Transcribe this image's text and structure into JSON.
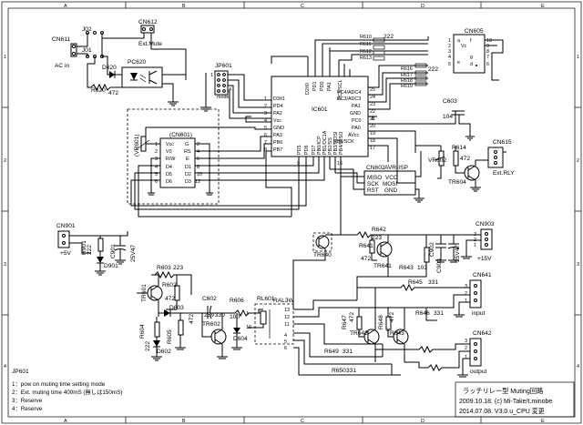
{
  "frame": {
    "cols": [
      "A",
      "B",
      "C",
      "D",
      "E"
    ],
    "rows": [
      "1",
      "2",
      "3",
      "4"
    ]
  },
  "components": {
    "cn611": "CN611",
    "cn611_sub": "AC in",
    "j02": "J02",
    "j01": "J01",
    "cn612": "CN612",
    "cn612_sub": "Ext.Mute",
    "d620": "D620",
    "pc620": "PC620",
    "r620": "R620",
    "r620_val": "472",
    "jp601": "JP601",
    "jp601_sub": "mode",
    "ic601": "IC601",
    "cn605": "CN605",
    "r610": "R610",
    "r611": "R611",
    "r612": "R612",
    "r613": "R613",
    "r610_val": "222",
    "r616": "R616",
    "r617": "R617",
    "r618": "R618",
    "r619": "R619",
    "r616_val": "222",
    "c603": "C603",
    "c603_val": "104",
    "cn615": "CN615",
    "cn615_sub": "Ext.RLY",
    "vr602": "VR602",
    "r614": "R614",
    "r614_val": "472",
    "tr604": "TR604",
    "cn602": "CN602",
    "cn602_sub": "AVR-ISP",
    "cn601": "(CN601)",
    "vr601": "(VR601)",
    "cn901": "CN901",
    "cn901_sub": "+5V",
    "r901": "R901",
    "r901_val": "222",
    "c901": "C901",
    "c901_val": "25V47",
    "d901": "D901",
    "r603": "R603",
    "r603_val": "223",
    "tr601": "TR601",
    "r602": "R602",
    "r602_val": "472",
    "d603": "D603",
    "c602": "C602",
    "c602_val": "25V330",
    "r606": "R606",
    "r606_val": "100",
    "tr602": "TR602",
    "d604": "D604",
    "r604": "R604",
    "r604_val": "222",
    "r605": "R605",
    "r605_val": "472",
    "d602": "D602",
    "rl601": "RL601",
    "rl601_type": "RAL3W",
    "tr640": "TR640",
    "r642": "R642",
    "r642_val": "223",
    "r641": "R641",
    "r641_val": "472",
    "tr641": "TR641",
    "r643": "R643",
    "r643_val": "103",
    "cn903": "CN903",
    "cn903_sub": "+15V",
    "c902": "C902",
    "c903": "C903",
    "c903_val": "25V47",
    "r645": "R645",
    "r645_val": "331",
    "cn641": "CN641",
    "cn641_sub": "input",
    "r646": "R646",
    "r646_val": "331",
    "r647": "R647",
    "r647_val": "472",
    "tr642": "TR642",
    "r648": "R648",
    "r648_val": "472",
    "tr643": "TR643",
    "r649": "R649",
    "r649_val": "331",
    "r650": "R650",
    "r650_val": "331",
    "cn642": "CN642",
    "cn642_sub": "output"
  },
  "ic601_pins": {
    "left": [
      "D3/t1",
      "PD4",
      "PA2",
      "Vcc",
      "GND",
      "PA3",
      "PB6",
      "PB7"
    ],
    "top": [
      "D2/t0",
      "PD1",
      "PD0",
      "PA1"
    ],
    "right": [
      "PC5/SCL",
      "PC4/ADC4",
      "PC3/ADC3",
      "PA1",
      "GND",
      "PC0",
      "PA0",
      "AVcc",
      "PB5/SCK"
    ],
    "bottom": [
      "PD5",
      "PD6",
      "PD7",
      "PB0/ICP",
      "PB1/OC1A",
      "PB2/SS",
      "PB3/MOSI",
      "PB4/MISO"
    ],
    "nums_left": [
      "1",
      "2",
      "3",
      "4",
      "5",
      "6",
      "7",
      "8"
    ],
    "nums_right": [
      "25",
      "24",
      "23",
      "22",
      "21",
      "20",
      "19",
      "18",
      "17"
    ]
  },
  "lcd_pins": {
    "left": [
      "Vcc",
      "V0",
      "R/W",
      "D4",
      "D5",
      "D6"
    ],
    "right": [
      "G",
      "RS",
      "E",
      "D1",
      "D2",
      "D3"
    ],
    "nums_left": [
      "1",
      "2",
      "3",
      "4",
      "5",
      "6"
    ],
    "nums_right": [
      "2",
      "4",
      "6",
      "8",
      "10",
      "12"
    ]
  },
  "isp_pins": [
    "MISO",
    "VCC",
    "SCK",
    "MOSI",
    "RST",
    "GND"
  ],
  "cn605_pins": [
    "1",
    "2",
    "3",
    "4",
    "5",
    "6",
    "7",
    "8",
    "9",
    "10"
  ],
  "notes": {
    "title": "JP601",
    "lines": [
      "1：pow on muting time setting mode",
      "2：Ext. muting time 400mS (無しは150mS)",
      "3：Reserve",
      "4：Reserve"
    ]
  },
  "titleblock": {
    "line1": "ラッチリレー型 Muting回路",
    "line2": "2009.10.18. (c) Mi-Take/t.minobe",
    "line3": "2014.07.08.    V3.0 u_CPU 変更"
  }
}
